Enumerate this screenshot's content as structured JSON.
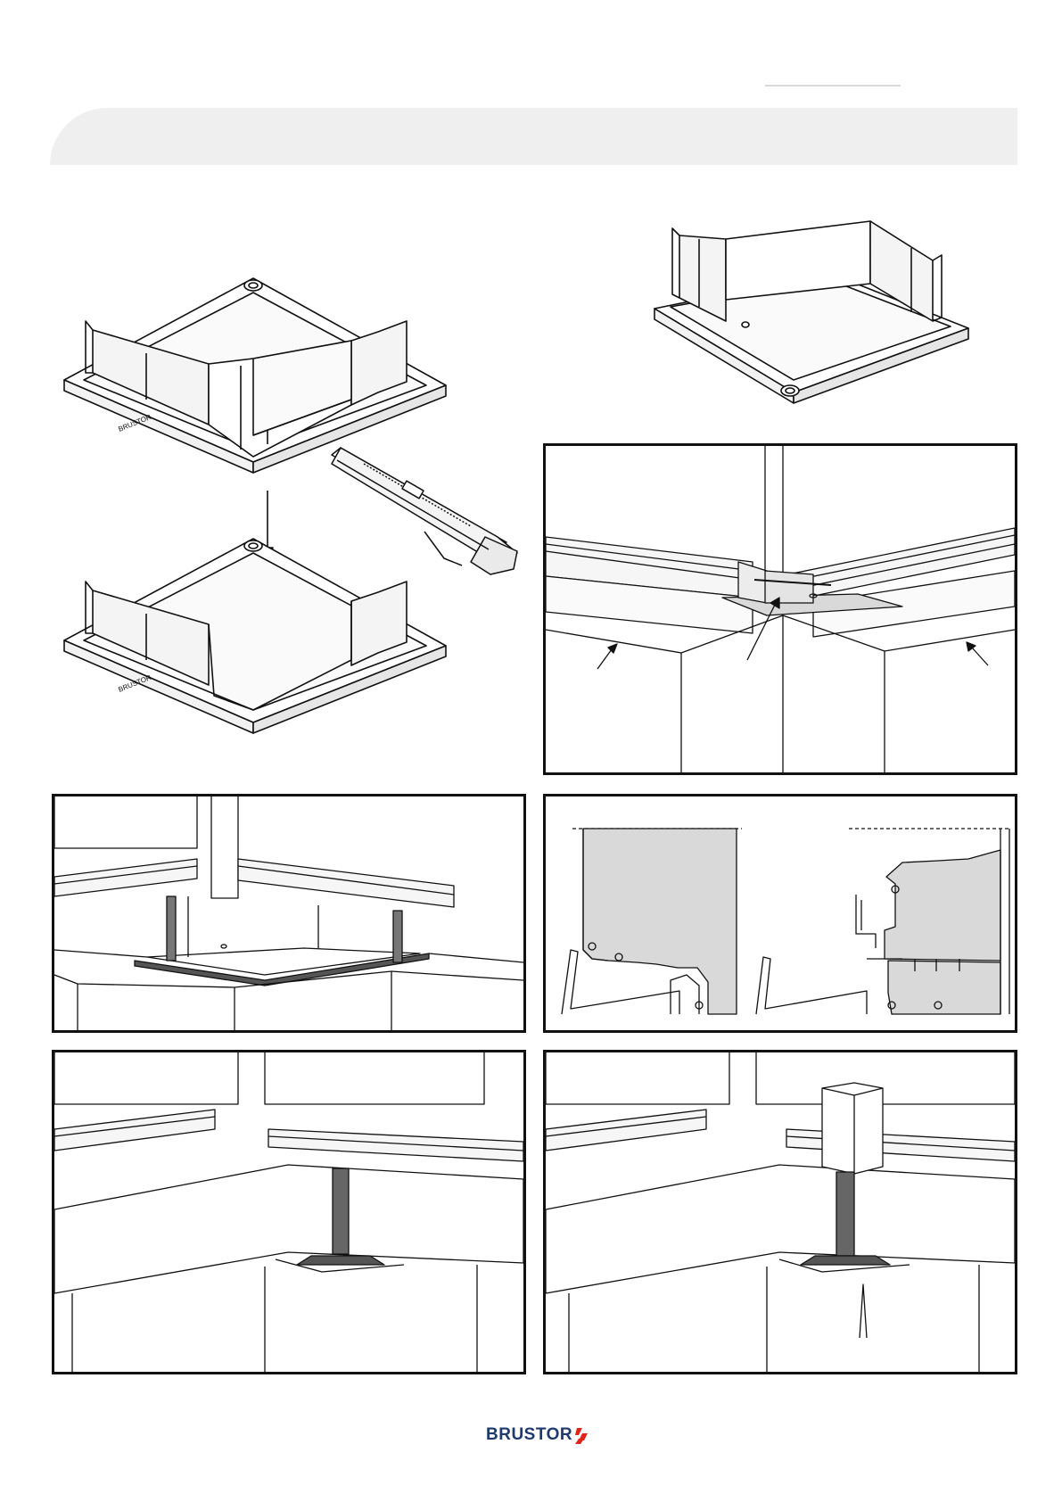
{
  "footer": {
    "brand": "BRUSTOR"
  },
  "colors": {
    "brand_blue": "#1f3a6e",
    "brand_red": "#e2231a",
    "header_band": "#efefef",
    "fill_gray": "#d9d9d9"
  },
  "icons": {
    "header": "header-decoration",
    "top_left": "corner-tray-cut-diagram",
    "top_right": "assembled-corner-tray-diagram",
    "cutter": "utility-knife-icon",
    "arrow": "arrow-down-icon"
  }
}
